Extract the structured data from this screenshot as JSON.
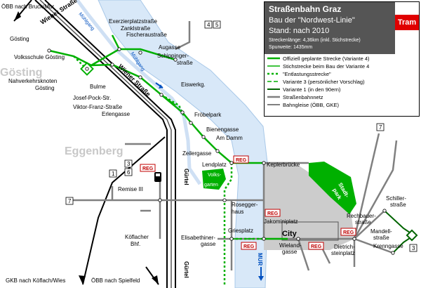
{
  "header": {
    "title": "Straßenbahn Graz",
    "subtitle": "Bau der \"Nordwest-Linie\"",
    "stand": "Stand: nach 2010",
    "length": "Streckenlänge: 4,36km (inkl. Stichstrecke)",
    "gauge": "Spurweite: 1435mm",
    "badge": "Tram"
  },
  "legend": [
    "Offiziell geplante Strecke (Variante 4)",
    "Stichstrecke beim Bau der Variante 4",
    "\"Entlastungsstrecke\"",
    "Variante 3 (persönlicher Vorschlag)",
    "Variante 1 (in den 90ern)",
    "Straßenbahnnetz",
    "Bahngleise (ÖBB, GKE)"
  ],
  "districts": {
    "goesting": "Gösting",
    "eggenberg": "Eggenberg"
  },
  "river": {
    "muehlgang_top": "Mühlgang",
    "muehlgang": "Mühlgang",
    "mur": "MUR"
  },
  "parks": {
    "volksgarten_1": "Volks-",
    "volksgarten_2": "garten",
    "stadtpark_1": "Stadt-",
    "stadtpark_2": "park"
  },
  "streets": {
    "wiener_top": "Wiener Straße",
    "wiener_mid": "Wiener Straße",
    "guertel_1": "Gürtel",
    "guertel_2": "Gürtel",
    "city": "City"
  },
  "rail": {
    "bruck": "ÖBB nach Bruck/Mur",
    "koeflach": "GKB nach Köflach/Wies",
    "spielfeld": "ÖBB nach Spielfeld",
    "koeflacher_1": "Köflacher",
    "koeflacher_2": "Bhf."
  },
  "stops": {
    "goesting": "Gösting",
    "volksschule": "Volksschule Gösting",
    "nahverkehr_1": "Nahverkehrsknoten",
    "nahverkehr_2": "Gösting",
    "exerzier": "Exerzierplatzstraße",
    "zankl": "Zanklstraße",
    "fischerau": "Fischeraustraße",
    "augasse": "Augasse",
    "schipping_1": "Schippinger-",
    "schipping_2": "straße",
    "bulme": "Bulme",
    "josef": "Josef-Pock-Str.",
    "viktor": "Viktor-Franz-Straße",
    "erlen": "Erlengasse",
    "eiswerk": "Eiswerkg.",
    "froebel": "Fröbelpark",
    "bienen": "Bienengasse",
    "amdamm": "Am Damm",
    "zeiler": "Zeilergasse",
    "lend": "Lendplatz",
    "kepler": "Keplerbrücke",
    "remise": "Remise III",
    "rosegger_1": "Rosegger-",
    "rosegger_2": "haus",
    "jakomini": "Jakominiplatz",
    "gries": "Griesplatz",
    "elisabethiner_1": "Elisabethiner-",
    "elisabethiner_2": "gasse",
    "wieland_1": "Wieland-",
    "wieland_2": "gasse",
    "dietrich_1": "Dietrich-",
    "dietrich_2": "steinplatz",
    "rechbauer_1": "Rechbauer-",
    "rechbauer_2": "straße",
    "mandell_1": "Mandell-",
    "mandell_2": "straße",
    "schiller_1": "Schiller-",
    "schiller_2": "straße",
    "krenn": "Krenngasse"
  },
  "reg": "REG",
  "line_numbers": {
    "n1": "1",
    "n3": "3",
    "n4": "4",
    "n5": "5",
    "n6": "6",
    "n7": "7"
  },
  "colors": {
    "planned": "#00b000",
    "network": "#808080",
    "rail": "#000000",
    "river": "#d8e8f8",
    "reg": "#c00000"
  }
}
